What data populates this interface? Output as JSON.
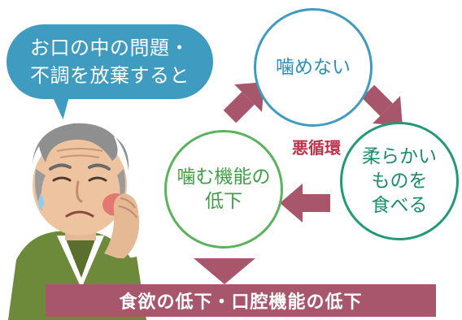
{
  "bubble": {
    "line1": "お口の中の問題・",
    "line2": "不調を放棄すると"
  },
  "cycle": {
    "center_label": "悪循環",
    "top": {
      "line1": "噛めない"
    },
    "right": {
      "line1": "柔らかい",
      "line2": "ものを",
      "line3": "食べる"
    },
    "left": {
      "line1": "噛む機能の",
      "line2": "低下"
    }
  },
  "banner": {
    "text": "食欲の低下・口腔機能の低下"
  },
  "colors": {
    "bubble": "#3f9bbf",
    "arrow": "#a8566c",
    "circle_top": "#3f9bbf",
    "circle_right": "#1f9a74",
    "circle_left": "#59b35a",
    "center_label": "#c0304a"
  },
  "illustration": {
    "subject": "elderly-man-toothache"
  }
}
